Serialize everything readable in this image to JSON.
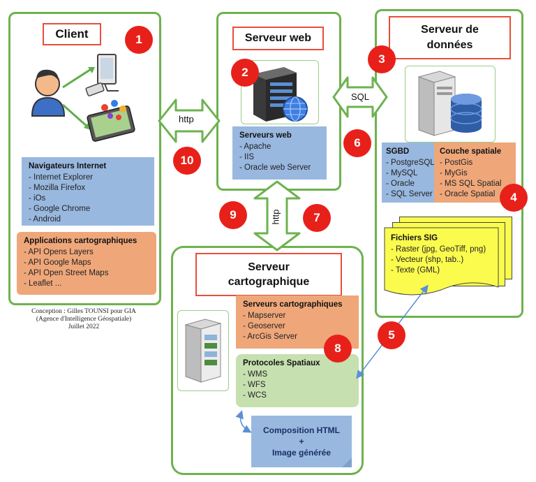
{
  "client": {
    "title": "Client",
    "badge": "1",
    "browsers": {
      "heading": "Navigateurs Internet",
      "items": [
        "Internet Explorer",
        "Mozilla Firefox",
        "iOs",
        "Google Chrome",
        "Android"
      ]
    },
    "apps": {
      "heading": "Applications cartographiques",
      "items": [
        "API Opens Layers",
        "API Google Maps",
        "API Open Street Maps",
        "Leaflet ..."
      ]
    }
  },
  "credit": [
    "Conception : Gilles TOUNSI pour GIA",
    "(Agence d'Intelligence Géospatiale)",
    "Juillet 2022"
  ],
  "web_server": {
    "title": "Serveur web",
    "badge": "2",
    "box": {
      "heading": "Serveurs web",
      "items": [
        "Apache",
        "IIS",
        "Oracle web Server"
      ]
    }
  },
  "data_server": {
    "title_line1": "Serveur de",
    "title_line2": "données",
    "badge": "3",
    "sgbd": {
      "heading": "SGBD",
      "items": [
        "PostgreSQL",
        "MySQL",
        "Oracle",
        "SQL Server"
      ]
    },
    "spatial": {
      "heading": "Couche spatiale",
      "items": [
        "PostGis",
        "MyGis",
        "MS SQL Spatial",
        "Oracle Spatial"
      ]
    },
    "badge4": "4",
    "files": {
      "heading": "Fichiers SIG",
      "items": [
        "Raster (jpg, GeoTiff, png)",
        "Vecteur (shp, tab..)",
        "Texte (GML)"
      ]
    }
  },
  "carto_server": {
    "title_line1": "Serveur",
    "title_line2": "cartographique",
    "servers": {
      "heading": "Serveurs cartographiques",
      "items": [
        "Mapserver",
        "Geoserver",
        "ArcGis Server"
      ]
    },
    "protocols": {
      "heading": "Protocoles Spatiaux",
      "items": [
        "WMS",
        "WFS",
        "WCS"
      ]
    },
    "composition_line1": "Composition HTML",
    "composition_line2": "+",
    "composition_line3": "Image générée"
  },
  "arrows": {
    "http_left": "http",
    "sql": "SQL",
    "http_vertical": "http"
  },
  "badges": {
    "b5": "5",
    "b6": "6",
    "b7": "7",
    "b8": "8",
    "b9": "9",
    "b10": "10"
  },
  "colors": {
    "panel_border": "#6db24f",
    "title_border": "#e84e3c",
    "badge": "#e8201a",
    "blue": "#99b8df",
    "orange": "#efa77a",
    "green": "#c6e0b0",
    "yellow": "#fbfb4e"
  }
}
